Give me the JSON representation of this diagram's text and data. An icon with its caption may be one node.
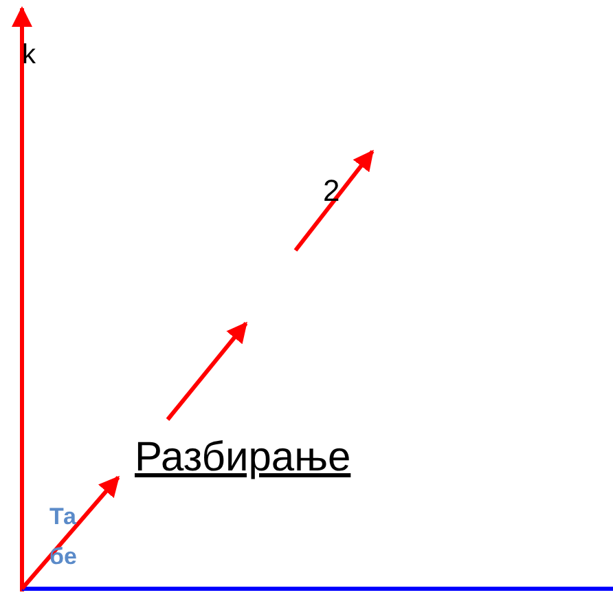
{
  "diagram": {
    "labels": [
      "k",
      "2",
      "Разбирање",
      "Та бе"
    ]
  }
}
